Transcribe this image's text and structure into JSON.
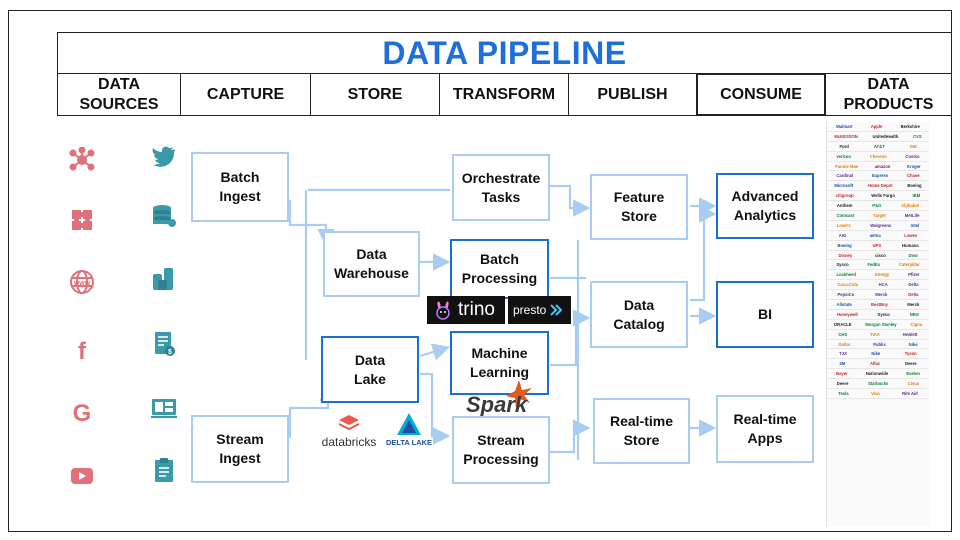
{
  "title": "DATA PIPELINE",
  "stages": [
    "DATA SOURCES",
    "CAPTURE",
    "STORE",
    "TRANSFORM",
    "PUBLISH",
    "CONSUME",
    "DATA PRODUCTS"
  ],
  "nodes": {
    "batch_ingest": "Batch Ingest",
    "stream_ingest": "Stream Ingest",
    "data_warehouse": "Data Warehouse",
    "data_lake": "Data Lake",
    "orchestrate_tasks": "Orchestrate Tasks",
    "batch_processing": "Batch Processing",
    "machine_learning": "Machine Learning",
    "stream_processing": "Stream Processing",
    "feature_store": "Feature Store",
    "data_catalog": "Data Catalog",
    "realtime_store": "Real-time Store",
    "advanced_analytics": "Advanced Analytics",
    "bi": "BI",
    "realtime_apps": "Real-time Apps"
  },
  "logos": {
    "trino": "trino",
    "presto": "presto",
    "spark": "Spark",
    "databricks": "databricks",
    "delta_lake": "DELTA LAKE"
  },
  "source_icons_left": [
    "network-icon",
    "puzzle-icon",
    "web-globe-icon",
    "facebook-icon",
    "google-icon",
    "youtube-icon"
  ],
  "source_icons_right": [
    "twitter-icon",
    "database-icon",
    "coin-stack-icon",
    "invoice-icon",
    "dashboard-screen-icon",
    "clipboard-icon"
  ],
  "colors": {
    "title": "#1e6fd9",
    "node_border_light": "#a9cdf2",
    "node_border_strong": "#1a6fd6",
    "source_icon_red": "#e0707a",
    "source_icon_teal": "#3a9aa8",
    "connector": "#a9cdf2"
  },
  "product_logos": [
    [
      "Walmart",
      "Apple",
      "Berkshire"
    ],
    [
      "McKESSON",
      "UnitedHealth",
      "CVS"
    ],
    [
      "Ford",
      "AT&T",
      "GM"
    ],
    [
      "verizon",
      "Chevron",
      "Costco"
    ],
    [
      "Fannie Mae",
      "amazon",
      "Kroger"
    ],
    [
      "Cardinal",
      "Express",
      "Chase"
    ],
    [
      "Microsoft",
      "Home Depot",
      "Boeing"
    ],
    [
      "citigroup",
      "Wells Fargo",
      "IBM"
    ],
    [
      "Anthem",
      "P&G",
      "Alphabet"
    ],
    [
      "Comcast",
      "Target",
      "MetLife"
    ],
    [
      "Lowe's",
      "Walgreens",
      "Intel"
    ],
    [
      "AIG",
      "aetna",
      "Lowes"
    ],
    [
      "Boeing",
      "UPS",
      "Humana"
    ],
    [
      "Disney",
      "cisco",
      "Dow"
    ],
    [
      "Sysco",
      "FedEx",
      "Caterpillar"
    ],
    [
      "Lockheed",
      "Energy",
      "Pfizer"
    ],
    [
      "Coca-Cola",
      "HCA",
      "Delta"
    ],
    [
      "PepsiCo",
      "Merck",
      "Delta"
    ],
    [
      "Allstate",
      "BestBuy",
      "Merck"
    ],
    [
      "Honeywell",
      "Sysco",
      "NRG"
    ],
    [
      "ORACLE",
      "Morgan Stanley",
      "Cigna"
    ],
    [
      "CHS",
      "TIAA",
      "Hewlett"
    ],
    [
      "Dollar",
      "Publix",
      "Nike"
    ],
    [
      "TJX",
      "Nike",
      "Tyson"
    ],
    [
      "3M",
      "Aflac",
      "Deere"
    ],
    [
      "Bayer",
      "Nationwide",
      "Exelon"
    ],
    [
      "Deere",
      "Starbucks",
      "Cisco"
    ],
    [
      "Tesla",
      "Visa",
      "Rite Aid"
    ]
  ]
}
